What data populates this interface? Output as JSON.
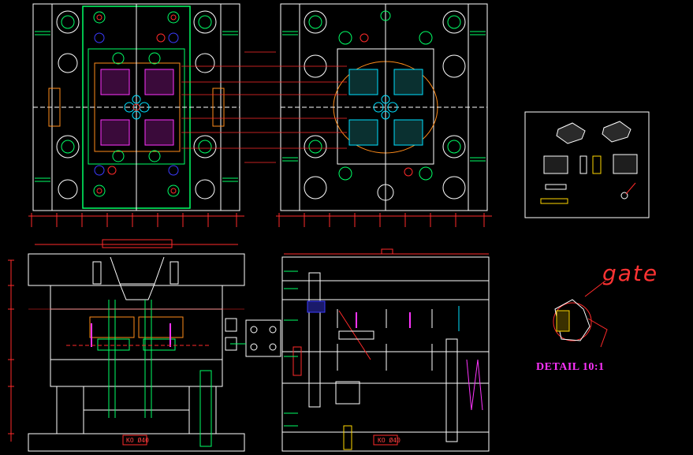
{
  "labels": {
    "gate": "gate",
    "detail": "DETAIL  10:1",
    "tag_left": "KO Ø40",
    "tag_right": "KO Ø40"
  },
  "colors": {
    "background": "#000000",
    "outline": "#ffffff",
    "dimension": "#ff2a2a",
    "cooling": "#00ff66",
    "core": "#ff33ff",
    "water": "#00e0ff",
    "bolt": "#ffd800",
    "accent_orange": "#ff8c1a",
    "blue": "#3b3bff"
  }
}
